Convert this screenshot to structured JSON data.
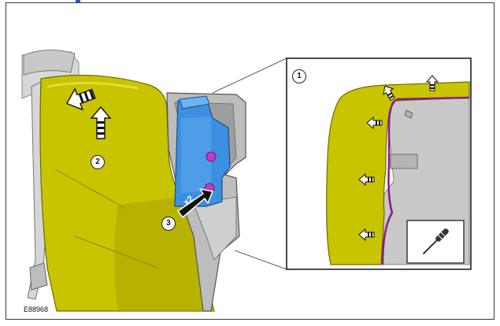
{
  "figure": {
    "code": "E88968",
    "callouts": [
      "1",
      "2",
      "3"
    ],
    "quantity_label": "x2",
    "colors": {
      "trim": "#c8c400",
      "trim_shadow": "#9c9600",
      "panel": "#cfcfcf",
      "bracket": "#3d8fe0",
      "clip": "#c03bbf",
      "edge": "#8a1a8a"
    },
    "icons": [
      "arrow-up-left-icon",
      "arrow-left-icon",
      "push-arrow-icon",
      "screwdriver-icon"
    ]
  }
}
